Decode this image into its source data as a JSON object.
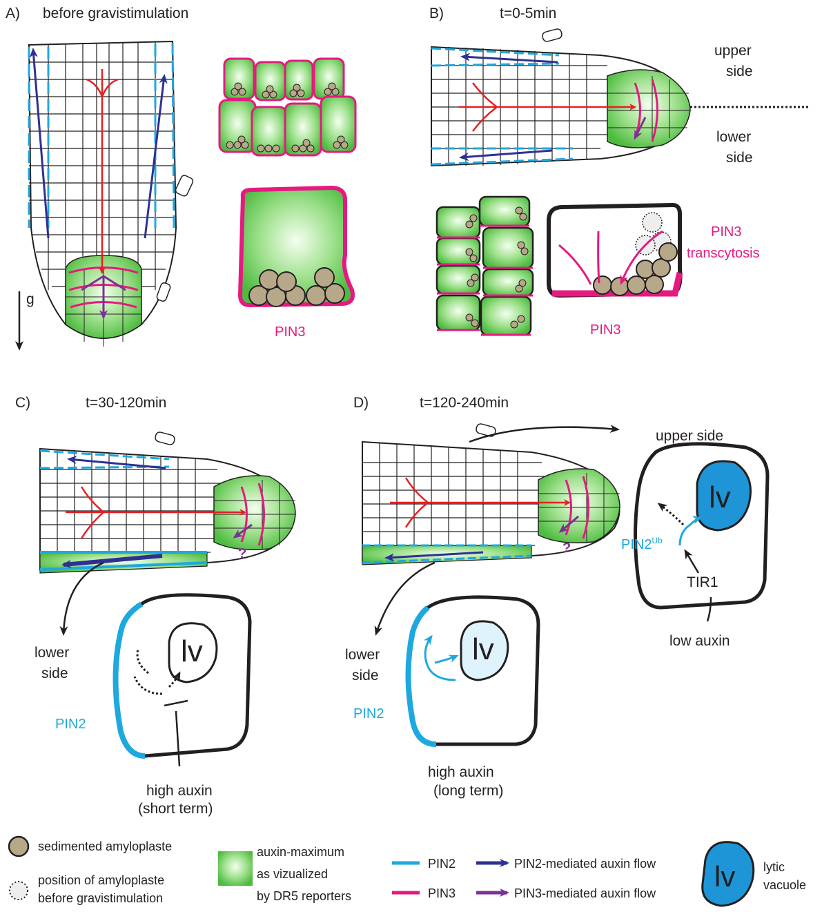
{
  "panels": {
    "A": {
      "letter": "A)",
      "title": "before gravistimulation",
      "gravity": "g",
      "pin3": "PIN3"
    },
    "B": {
      "letter": "B)",
      "title": "t=0-5min",
      "upper": [
        "upper",
        "side"
      ],
      "lower": [
        "lower",
        "side"
      ],
      "pin3": "PIN3",
      "pin3_note": [
        "PIN3",
        "transcytosis"
      ]
    },
    "C": {
      "letter": "C)",
      "title": "t=30-120min",
      "lower": [
        "lower",
        "side"
      ],
      "question": "?",
      "pin2": "PIN2",
      "lv": "lv",
      "auxin": [
        "high auxin",
        "(short term)"
      ]
    },
    "D": {
      "letter": "D)",
      "title": "t=120-240min",
      "upper": "upper side",
      "lower": [
        "lower",
        "side"
      ],
      "question": "?",
      "pin2": "PIN2",
      "pin2ub": "PIN2",
      "pin2ub_sup": "Ub",
      "tir1": "TIR1",
      "lv_lower": "lv",
      "lv_upper": "lv",
      "low_auxin": "low auxin",
      "high_auxin": [
        "high auxin",
        "(long term)"
      ]
    }
  },
  "legend": {
    "amyloplast": "sedimented amyloplaste",
    "old_position": [
      "position of amyloplaste",
      "before gravistimulation"
    ],
    "auxin_max": [
      "auxin-maximum",
      "as vizualized",
      "by DR5 reporters"
    ],
    "pin2": "PIN2",
    "pin3": "PIN3",
    "pin2_flow": "PIN2-mediated auxin flow",
    "pin3_flow": "PIN3-mediated auxin flow",
    "lv": "lv",
    "lytic": [
      "lytic",
      "vacuole"
    ]
  },
  "colors": {
    "pin2": "#1ea8e0",
    "pin3": "#e5197f",
    "pin2_flow": "#2e3192",
    "pin3_flow": "#7b3294",
    "auxin_flow": "#e62020",
    "auxin_max": "#5ec64a",
    "amyloplast": "#b8a88a",
    "lytic_vacuole": "#1e95d6"
  }
}
